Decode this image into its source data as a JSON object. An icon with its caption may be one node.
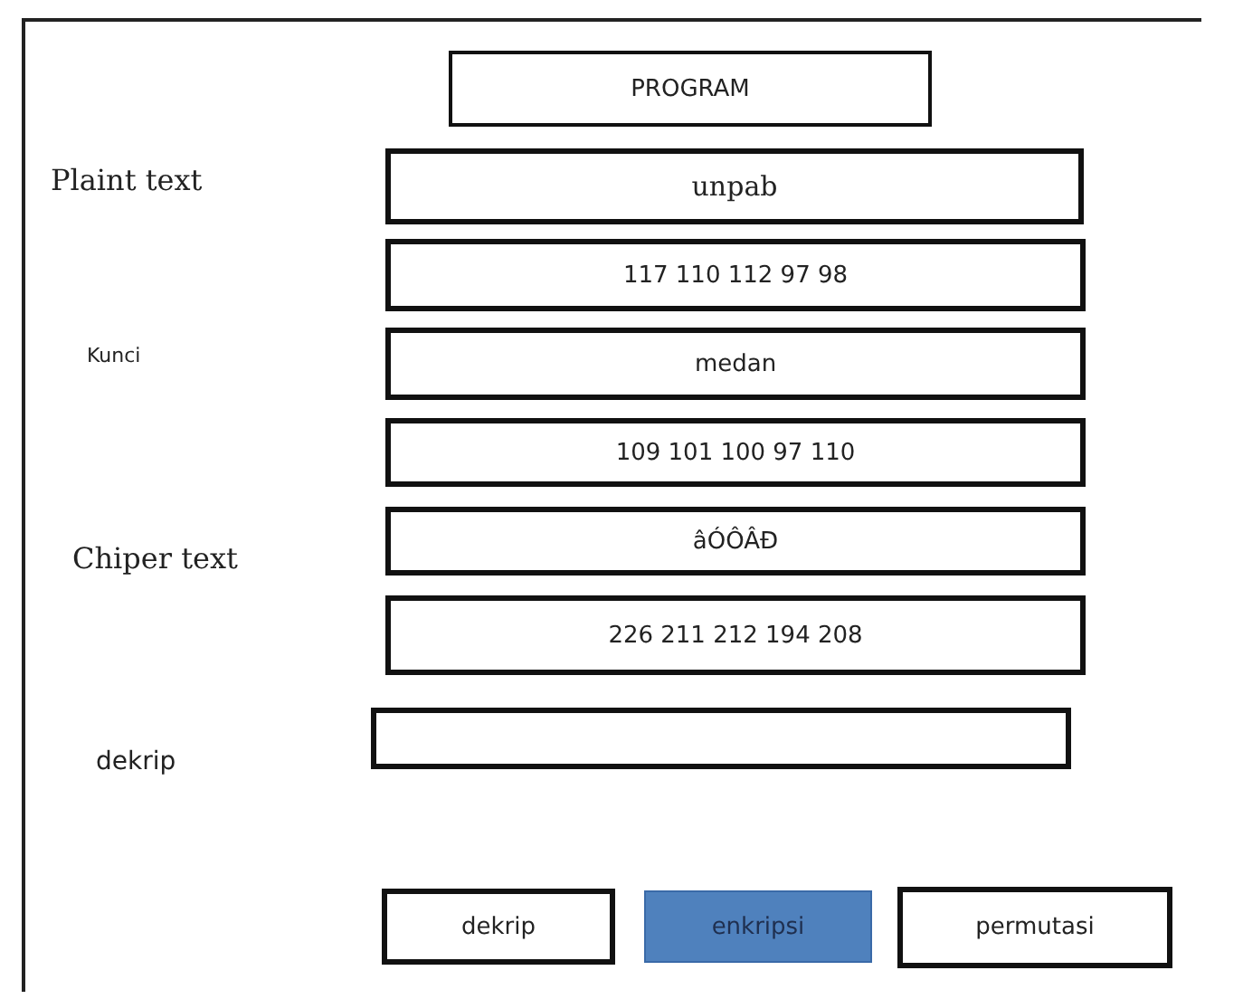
{
  "diagram": {
    "nodes": [
      {
        "text": [
          "PROGRAM"
        ]
      },
      {
        "text": [
          "unpab"
        ]
      },
      {
        "text": [
          "117 110 112 97 98"
        ]
      },
      {
        "text": [
          "medan"
        ]
      },
      {
        "text": [
          "109 101 100 97 110"
        ]
      },
      {
        "text": [
          "âÓÔÂÐ"
        ]
      },
      {
        "text": [
          "226 211 212 194 208"
        ]
      },
      {
        "text": [],
        "shape": "box"
      },
      {
        "text": [
          "dekrip"
        ]
      },
      {
        "text": [
          "enkripsi"
        ]
      },
      {
        "text": [
          "permutasi"
        ]
      }
    ],
    "labels": [
      "Plaint text",
      "Kunci",
      "Chiper text",
      "dekrip"
    ]
  }
}
